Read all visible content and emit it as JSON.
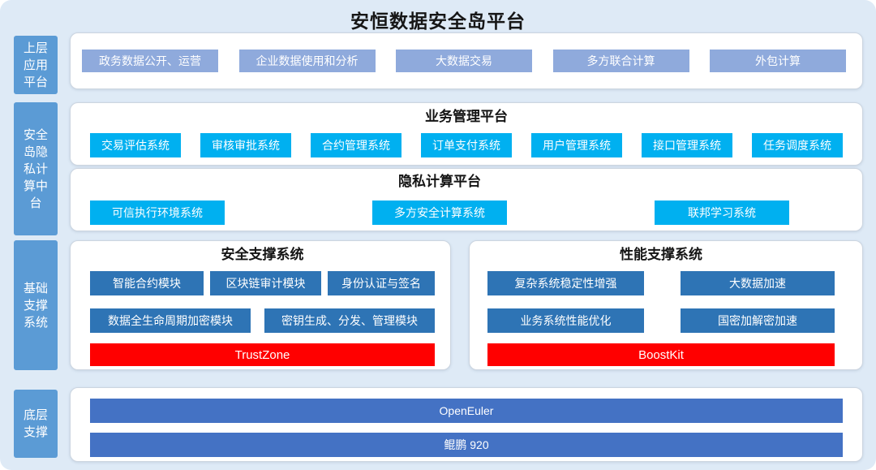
{
  "title": "安恒数据安全岛平台",
  "colors": {
    "background": "#deeaf6",
    "side_label": "#5b9bd5",
    "app_chip": "#8faadc",
    "cyan_chip": "#00b0f0",
    "steel_chip": "#2e74b5",
    "highlight_red": "#ff0000",
    "base_bar": "#4472c4",
    "panel_bg": "#ffffff"
  },
  "bands": {
    "app": {
      "label": "上层应用平台",
      "items": [
        "政务数据公开、运营",
        "企业数据使用和分析",
        "大数据交易",
        "多方联合计算",
        "外包计算"
      ]
    },
    "middle": {
      "label": "安全岛隐私计算中台",
      "business": {
        "title": "业务管理平台",
        "items": [
          "交易评估系统",
          "审核审批系统",
          "合约管理系统",
          "订单支付系统",
          "用户管理系统",
          "接口管理系统",
          "任务调度系统"
        ]
      },
      "privacy": {
        "title": "隐私计算平台",
        "items": [
          "可信执行环境系统",
          "多方安全计算系统",
          "联邦学习系统"
        ]
      }
    },
    "base": {
      "label": "基础支撑系统",
      "security": {
        "title": "安全支撑系统",
        "row1": [
          "智能合约模块",
          "区块链审计模块",
          "身份认证与签名"
        ],
        "row2": [
          "数据全生命周期加密模块",
          "密钥生成、分发、管理模块"
        ],
        "highlight": "TrustZone"
      },
      "performance": {
        "title": "性能支撑系统",
        "row1": [
          "复杂系统稳定性增强",
          "大数据加速"
        ],
        "row2": [
          "业务系统性能优化",
          "国密加解密加速"
        ],
        "highlight": "BoostKit"
      }
    },
    "bottom": {
      "label": "底层支撑",
      "items": [
        "OpenEuler",
        "鲲鹏 920"
      ]
    }
  }
}
